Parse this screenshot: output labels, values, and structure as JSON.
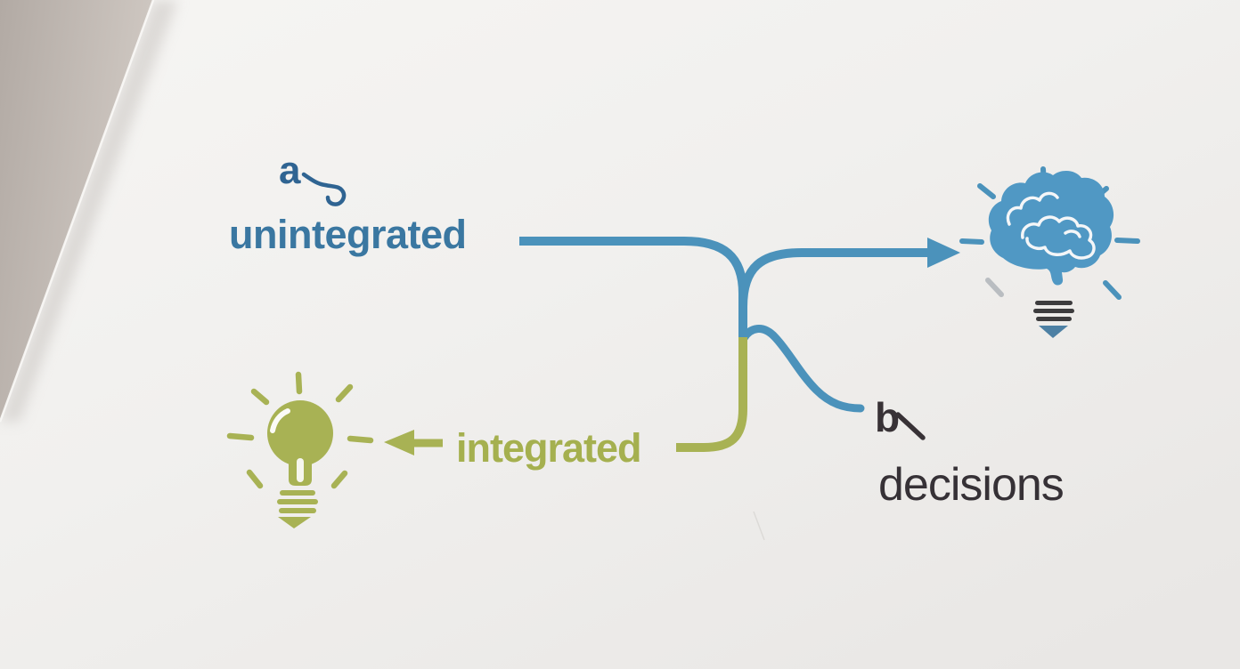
{
  "scene": {
    "paper_color": "#f3f2f0",
    "desk_color": "#bfb7b1"
  },
  "labels": {
    "marker_a": "a",
    "unintegrated": "unintegrated",
    "integrated": "integrated",
    "marker_b": "b",
    "decisions": "decisions"
  },
  "colors": {
    "blue_line": "#4b92bb",
    "blue_text": "#3a77a1",
    "green_line": "#a8b254",
    "green_text": "#a5b04f",
    "dark_text": "#363136",
    "marker_a_color": "#2f6492",
    "brain_fill": "#5098c4",
    "screw_base_dark": "#3d3c3e",
    "bulb_tip_blue": "#4d80a4",
    "gray_ray": "#b9bdc1"
  },
  "icons": {
    "brain_bulb": "brain-bulb-icon",
    "lightbulb": "lightbulb-icon"
  }
}
